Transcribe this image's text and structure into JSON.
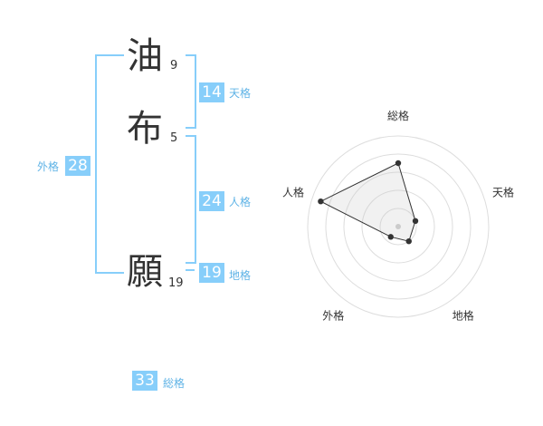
{
  "name_chars": [
    {
      "char": "油",
      "strokes": "9"
    },
    {
      "char": "布",
      "strokes": "5"
    },
    {
      "char": "願",
      "strokes": "19"
    }
  ],
  "fortunes": {
    "tenkaku": {
      "label": "天格",
      "value": "14"
    },
    "jinkaku": {
      "label": "人格",
      "value": "24"
    },
    "chikaku": {
      "label": "地格",
      "value": "19"
    },
    "gaikaku": {
      "label": "外格",
      "value": "28"
    },
    "soukaku": {
      "label": "総格",
      "value": "33"
    }
  },
  "colors": {
    "accent": "#87cefa",
    "label": "#5fb3e6",
    "text": "#333333"
  },
  "chart_data": {
    "type": "radar",
    "axes": [
      "総格",
      "天格",
      "地格",
      "外格",
      "人格"
    ],
    "values": [
      3.5,
      1.0,
      1.0,
      0.7,
      4.5
    ],
    "range": [
      0,
      5
    ],
    "grid": true,
    "rings": 5
  }
}
